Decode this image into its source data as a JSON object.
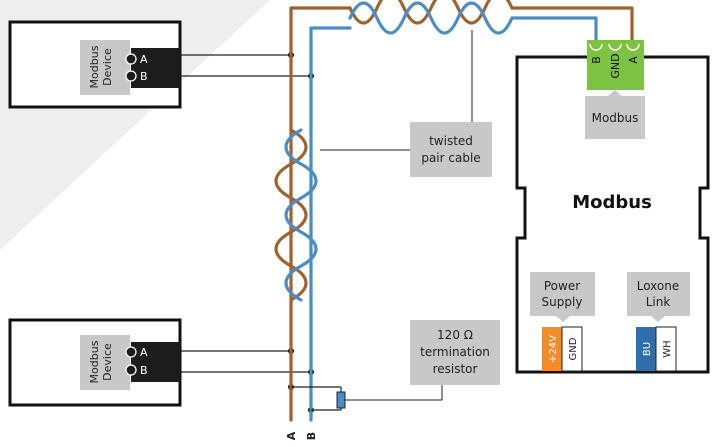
{
  "devices": [
    {
      "label_line1": "Modbus",
      "label_line2": "Device",
      "pin_a": "A",
      "pin_b": "B"
    },
    {
      "label_line1": "Modbus",
      "label_line2": "Device",
      "pin_a": "A",
      "pin_b": "B"
    }
  ],
  "callouts": {
    "twisted_line1": "twisted",
    "twisted_line2": "pair cable",
    "resistor_line1": "120 Ω",
    "resistor_line2": "termination",
    "resistor_line3": "resistor"
  },
  "cable_end_labels": {
    "a": "A",
    "b": "B"
  },
  "extension": {
    "title": "Modbus",
    "terminal_pins": [
      "B",
      "GND",
      "A"
    ],
    "modbus_port_label": "Modbus",
    "power_label_line1": "Power",
    "power_label_line2": "Supply",
    "power_pins": [
      "+24V",
      "GND"
    ],
    "link_label_line1": "Loxone",
    "link_label_line2": "Link",
    "link_pins": [
      "BU",
      "WH"
    ]
  },
  "colors": {
    "wire_a": "#a0622d",
    "wire_b": "#4a8cc4",
    "terminal_green": "#7dc242",
    "callout_gray": "#c8c8c8",
    "power_orange": "#f28c28",
    "link_blue": "#2f6ea8",
    "background_stripe": "#eeeeee"
  }
}
